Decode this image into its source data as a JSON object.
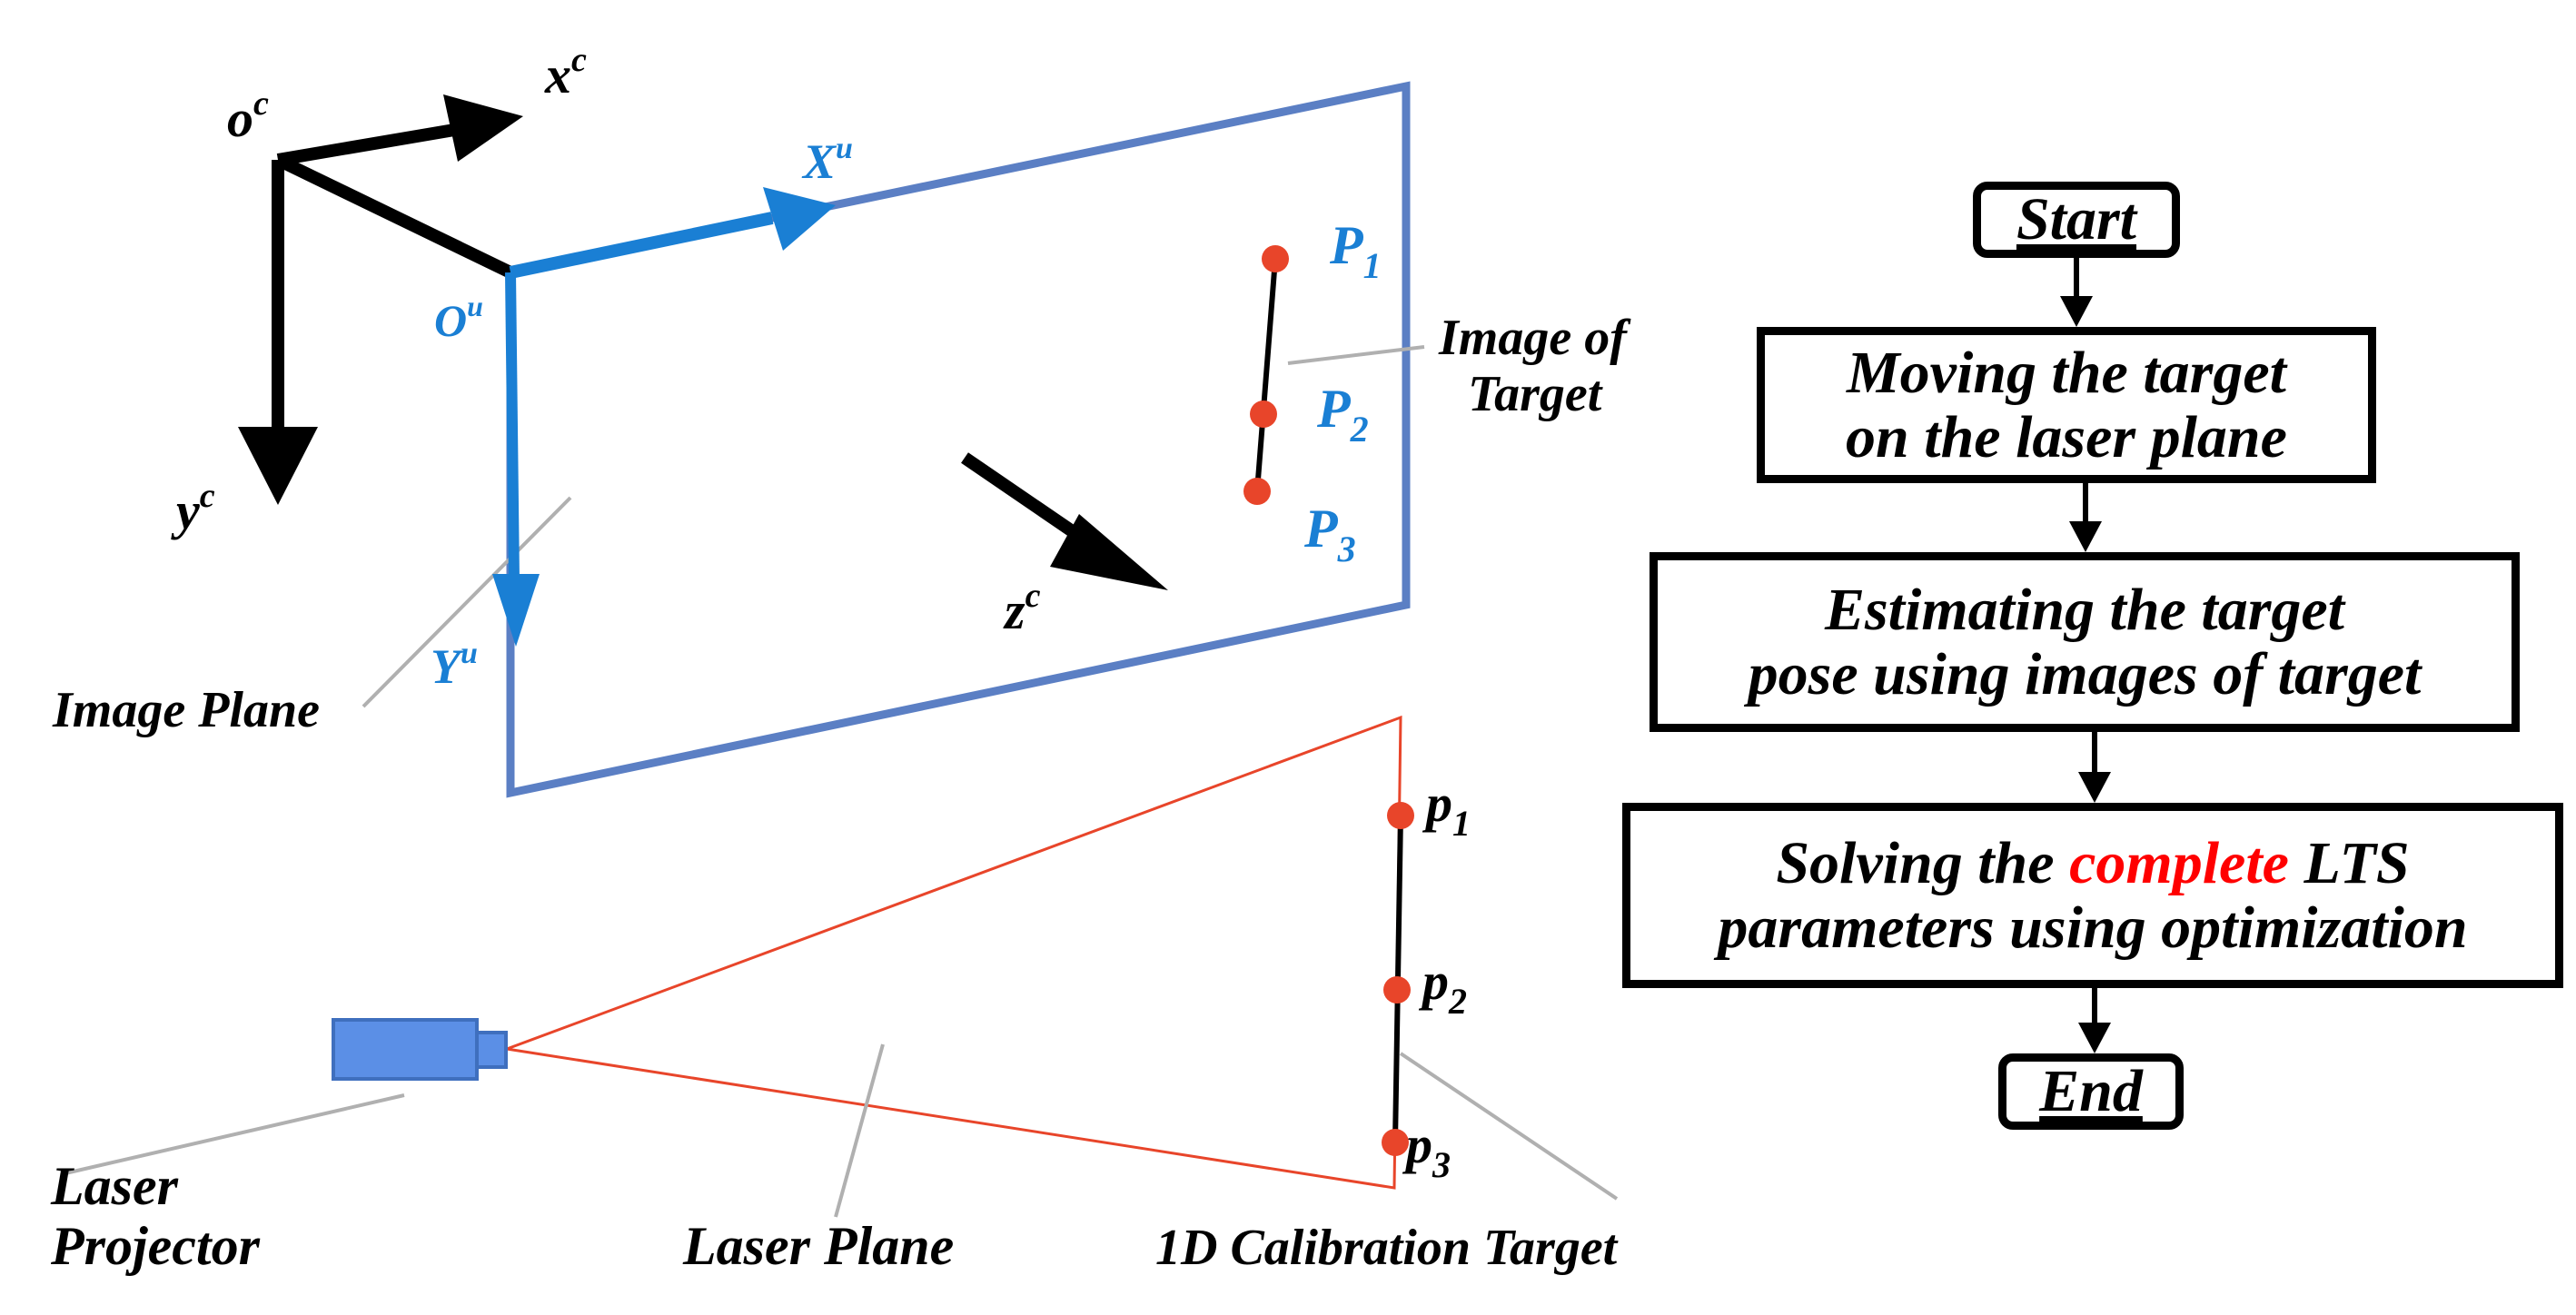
{
  "diagram": {
    "camera_axes": {
      "origin": "o",
      "origin_sup": "c",
      "x": "x",
      "x_sup": "c",
      "y": "y",
      "y_sup": "c",
      "z": "z",
      "z_sup": "c"
    },
    "image_axes": {
      "origin": "O",
      "origin_sup": "u",
      "x": "X",
      "x_sup": "u",
      "y": "Y",
      "y_sup": "u"
    },
    "image_points": [
      {
        "base": "P",
        "sub": "1"
      },
      {
        "base": "P",
        "sub": "2"
      },
      {
        "base": "P",
        "sub": "3"
      }
    ],
    "target_points": [
      {
        "base": "p",
        "sub": "1"
      },
      {
        "base": "p",
        "sub": "2"
      },
      {
        "base": "p",
        "sub": "3"
      }
    ],
    "labels": {
      "image_of_target_line1": "Image of",
      "image_of_target_line2": "Target",
      "image_plane": "Image Plane",
      "laser_projector_line1": "Laser",
      "laser_projector_line2": "Projector",
      "laser_plane": "Laser Plane",
      "calibration_target": "1D Calibration Target"
    },
    "colors": {
      "image_plane_border": "#5b7fc4",
      "image_axes": "#1a7fd4",
      "laser": "#e8452a",
      "projector": "#5b8fe6",
      "leader": "#b0b0b0",
      "highlight": "#ff0000"
    }
  },
  "flowchart": {
    "start": "Start",
    "step1_line1": "Moving the target",
    "step1_line2": "on the laser plane",
    "step2_line1": "Estimating the target",
    "step2_line2": "pose using images of target",
    "step3_pre": "Solving the ",
    "step3_highlight": "complete",
    "step3_post": " LTS",
    "step3_line2": "parameters using optimization",
    "end": "End"
  }
}
